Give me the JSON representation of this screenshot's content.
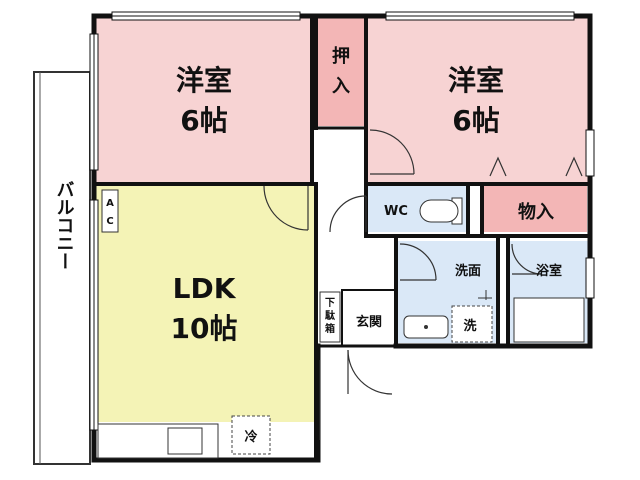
{
  "colors": {
    "bedroom": "#f7d3d3",
    "closet": "#f3b6b6",
    "ldk": "#f4f3b6",
    "wet": "#dae8f7",
    "wall": "#111111"
  },
  "rooms": {
    "western_left_name": "洋室",
    "western_left_size": "6帖",
    "western_right_name": "洋室",
    "western_right_size": "6帖",
    "oshiire_1": "押",
    "oshiire_2": "入",
    "wc": "WC",
    "storage": "物入",
    "ldk_name": "LDK",
    "ldk_size": "10帖",
    "washroom": "洗面",
    "bathroom": "浴室",
    "entrance": "玄関",
    "shoebox_1": "下",
    "shoebox_2": "駄",
    "shoebox_3": "箱",
    "balcony": "バルコニー",
    "ac_1": "A",
    "ac_2": "C",
    "washer": "洗",
    "fridge": "冷"
  }
}
